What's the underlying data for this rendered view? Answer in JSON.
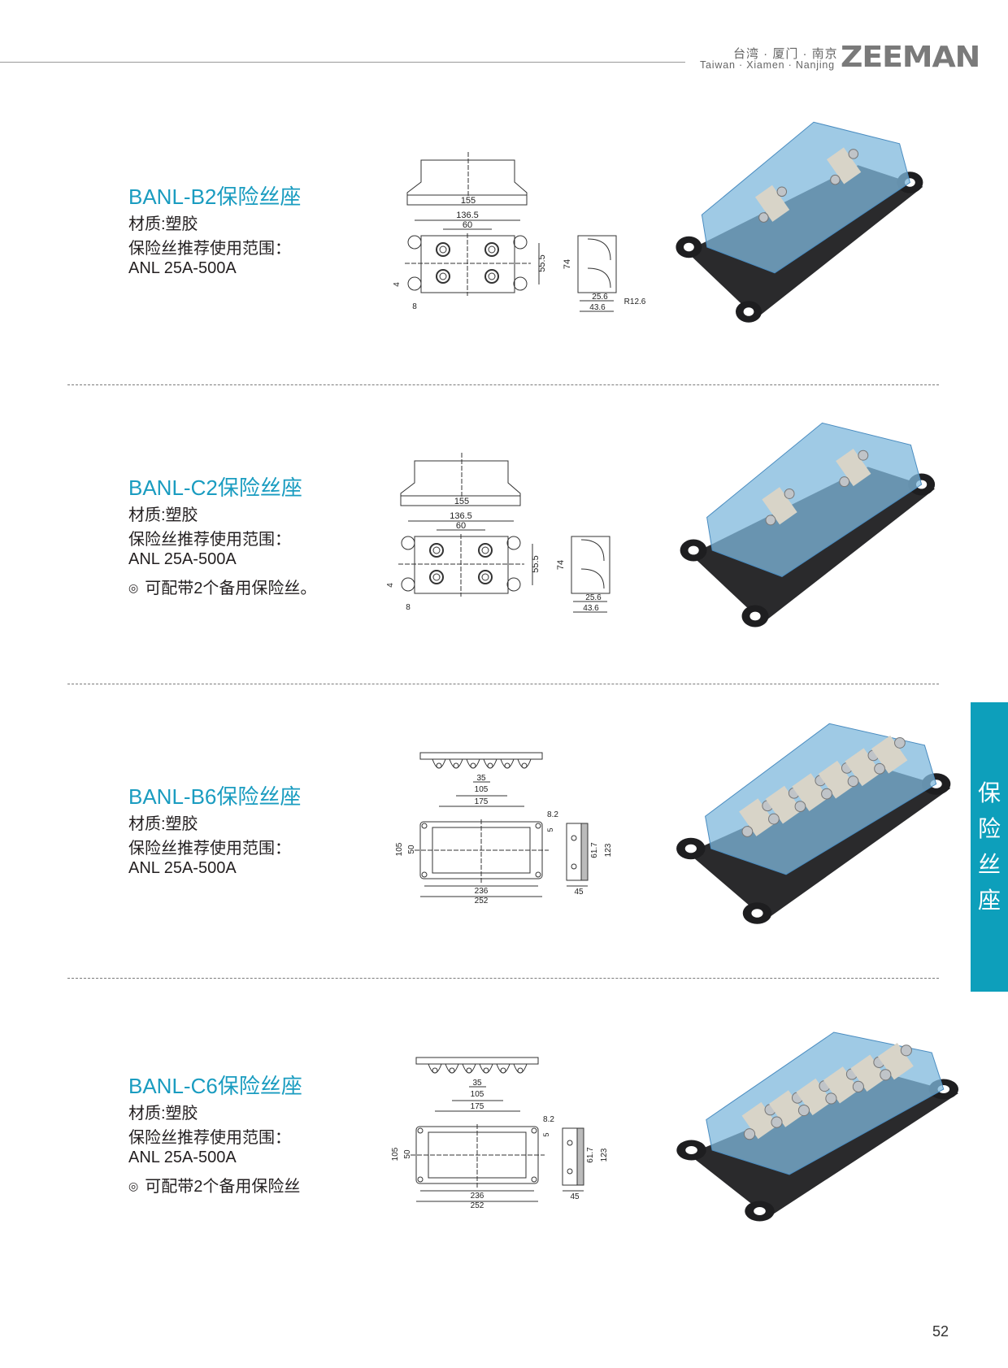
{
  "header": {
    "locations_cn": "台湾 · 厦门 · 南京",
    "locations_en": "Taiwan · Xiamen · Nanjing",
    "logo": "ZEEMAN"
  },
  "side_tab": {
    "chars": [
      "保",
      "险",
      "丝",
      "座"
    ]
  },
  "page_number": "52",
  "colors": {
    "accent": "#1a9cc0",
    "side_tab": "#0d9fbb"
  },
  "products": [
    {
      "title": "BANL-B2保险丝座",
      "material": "材质:塑胶",
      "range_label": "保险丝推荐使用范围：",
      "range": "ANL 25A-500A",
      "note": "",
      "drawing_type": "2-way",
      "dims": {
        "top_width": "155",
        "hole_span": "136.5",
        "bolt_span": "60",
        "bolt_vert": "55.5",
        "hole_d": "4",
        "ear": "8",
        "height": "74",
        "side_a": "25.6",
        "side_b": "43.6",
        "radius": "R12.6"
      }
    },
    {
      "title": "BANL-C2保险丝座",
      "material": "材质:塑胶",
      "range_label": "保险丝推荐使用范围：",
      "range": "ANL 25A-500A",
      "note": "可配带2个备用保险丝。",
      "drawing_type": "2-way",
      "dims": {
        "top_width": "155",
        "hole_span": "136.5",
        "bolt_span": "60",
        "bolt_vert": "55.5",
        "hole_d": "4",
        "ear": "8",
        "height": "74",
        "side_a": "25.6",
        "side_b": "43.6",
        "radius": ""
      }
    },
    {
      "title": "BANL-B6保险丝座",
      "material": "材质:塑胶",
      "range_label": "保险丝推荐使用范围：",
      "range": "ANL 25A-500A",
      "note": "",
      "drawing_type": "6-way",
      "dims": {
        "pitch": "35",
        "span3": "105",
        "span5": "175",
        "hole_off": "8.2",
        "hole_edge": "5",
        "width_outer": "105",
        "width_inner": "50",
        "length_inner": "236",
        "length_outer": "252",
        "side_holes": "61.7",
        "side_height": "123",
        "depth": "45"
      }
    },
    {
      "title": "BANL-C6保险丝座",
      "material": "材质:塑胶",
      "range_label": "保险丝推荐使用范围：",
      "range": "ANL 25A-500A",
      "note": "可配带2个备用保险丝",
      "drawing_type": "6-way",
      "dims": {
        "pitch": "35",
        "span3": "105",
        "span5": "175",
        "hole_off": "8.2",
        "hole_edge": "5",
        "width_outer": "105",
        "width_inner": "50",
        "length_inner": "236",
        "length_outer": "252",
        "side_holes": "61.7",
        "side_height": "123",
        "depth": "45"
      }
    }
  ]
}
